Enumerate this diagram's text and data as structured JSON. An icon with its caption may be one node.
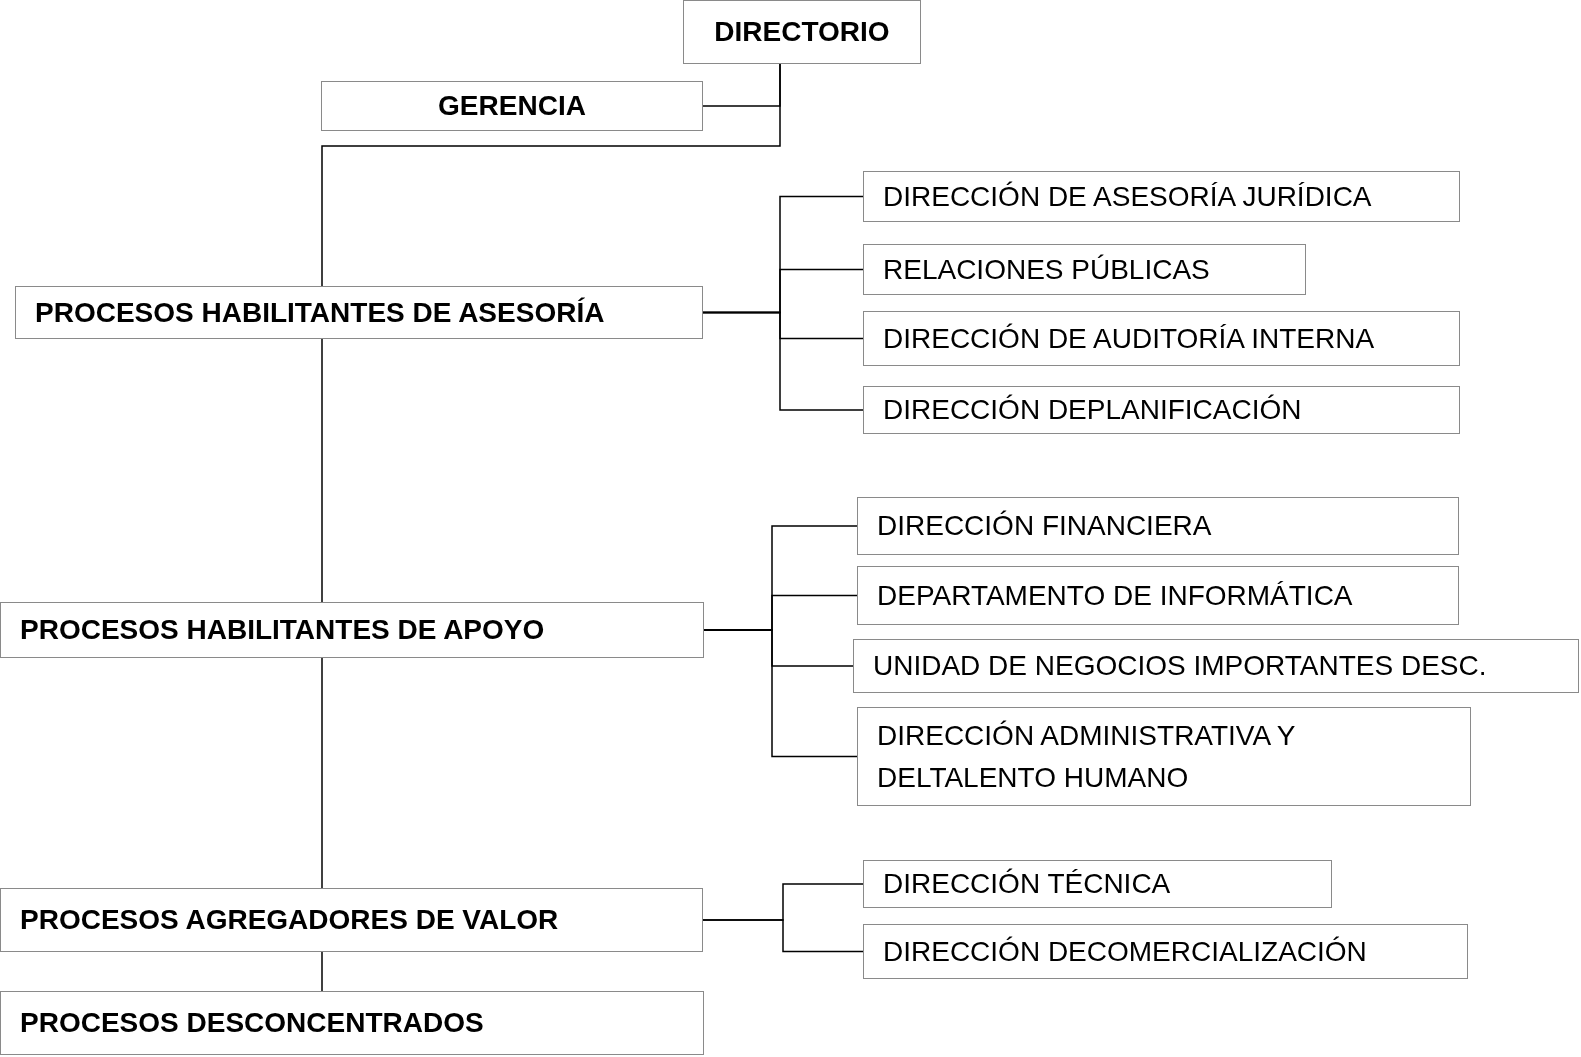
{
  "diagram": {
    "nodes": [
      {
        "text": [
          "DIRECTORIO"
        ]
      },
      {
        "text": [
          "GERENCIA"
        ]
      },
      {
        "text": [
          "PROCESOS HABILITANTES DE ASESORÍA"
        ]
      },
      {
        "text": [
          "DIRECCIÓN DE ASESORÍA JURÍDICA"
        ]
      },
      {
        "text": [
          "RELACIONES PÚBLICAS"
        ]
      },
      {
        "text": [
          "DIRECCIÓN DE AUDITORÍA INTERNA"
        ]
      },
      {
        "text": [
          "DIRECCIÓN DEPLANIFICACIÓN"
        ]
      },
      {
        "text": [
          "DIRECCIÓN FINANCIERA"
        ]
      },
      {
        "text": [
          "DEPARTAMENTO DE INFORMÁTICA"
        ]
      },
      {
        "text": [
          "UNIDAD DE NEGOCIOS IMPORTANTES DESC."
        ]
      },
      {
        "text": [
          "DIRECCIÓN ADMINISTRATIVA Y DELTALENTO HUMANO"
        ]
      },
      {
        "text": [
          "PROCESOS HABILITANTES DE APOYO"
        ]
      },
      {
        "text": [
          "DIRECCIÓN TÉCNICA"
        ]
      },
      {
        "text": [
          "DIRECCIÓN DECOMERCIALIZACIÓN"
        ]
      },
      {
        "text": [
          "PROCESOS AGREGADORES DE VALOR"
        ]
      },
      {
        "text": [
          "PROCESOS DESCONCENTRADOS"
        ]
      }
    ],
    "edges": [
      {
        "from": 0,
        "to": 1,
        "arrow": "none"
      },
      {
        "from": 0,
        "to": 2,
        "arrow": "none"
      },
      {
        "from": 2,
        "to": 3,
        "arrow": "none"
      },
      {
        "from": 2,
        "to": 4,
        "arrow": "none"
      },
      {
        "from": 2,
        "to": 5,
        "arrow": "none"
      },
      {
        "from": 2,
        "to": 6,
        "arrow": "none"
      },
      {
        "from": 2,
        "to": 11,
        "arrow": "none"
      },
      {
        "from": 11,
        "to": 7,
        "arrow": "none"
      },
      {
        "from": 11,
        "to": 8,
        "arrow": "none"
      },
      {
        "from": 11,
        "to": 9,
        "arrow": "none"
      },
      {
        "from": 11,
        "to": 10,
        "arrow": "none"
      },
      {
        "from": 11,
        "to": 14,
        "arrow": "none"
      },
      {
        "from": 14,
        "to": 12,
        "arrow": "none"
      },
      {
        "from": 14,
        "to": 13,
        "arrow": "none"
      },
      {
        "from": 14,
        "to": 15,
        "arrow": "none"
      }
    ]
  }
}
